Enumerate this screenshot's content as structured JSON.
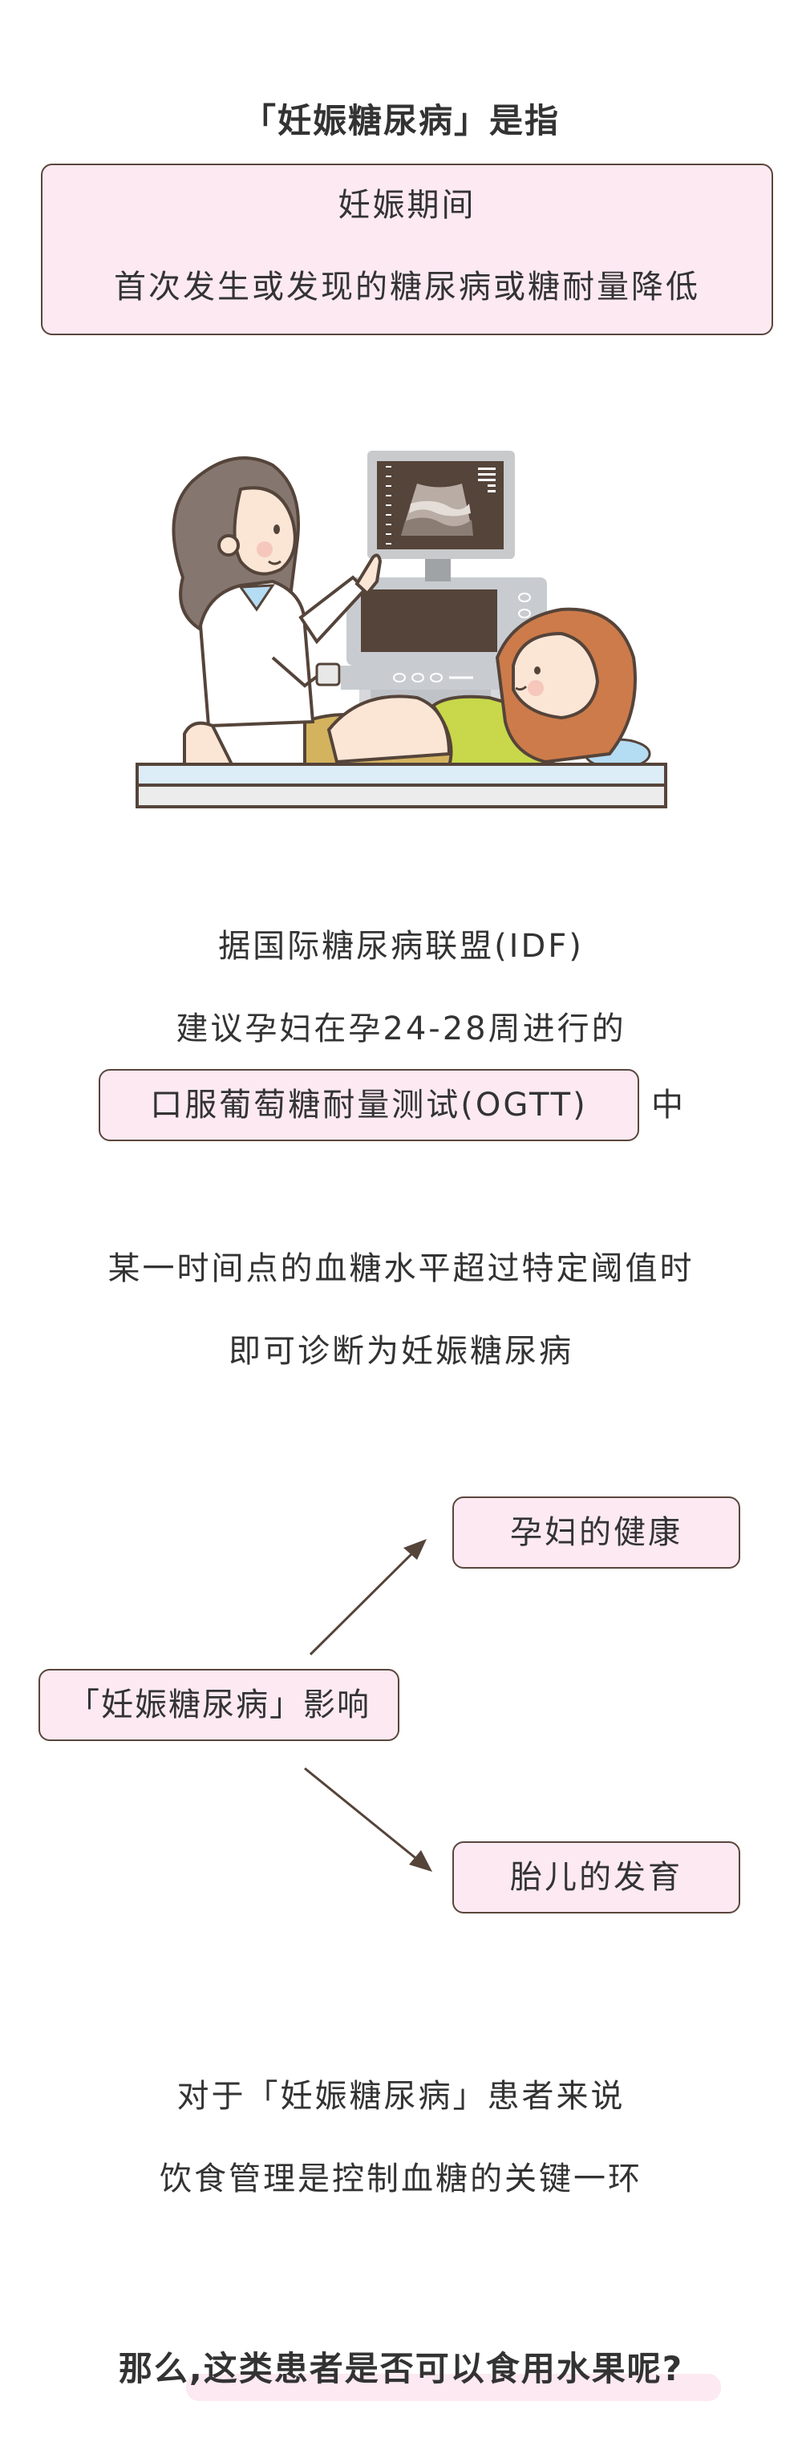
{
  "definition": {
    "title": "「妊娠糖尿病」是指",
    "box_lines": [
      "妊娠期间",
      "首次发生或发现的糖尿病或糖耐量降低"
    ]
  },
  "illustration": {
    "description": "doctor-performing-ultrasound-on-pregnant-patient",
    "elements": [
      "doctor",
      "ultrasound-monitor",
      "ultrasound-console",
      "pregnant-patient",
      "examination-bed"
    ]
  },
  "idf": {
    "line1": "据国际糖尿病联盟(IDF)",
    "line2": "建议孕妇在孕24-28周进行的",
    "ogtt_box": "口服葡萄糖耐量测试(OGTT)",
    "ogtt_suffix": "中"
  },
  "diagnosis": {
    "line1": "某一时间点的血糖水平超过特定阈值时",
    "line2": "即可诊断为妊娠糖尿病"
  },
  "impact_diagram": {
    "source": "「妊娠糖尿病」影响",
    "targets": [
      "孕妇的健康",
      "胎儿的发育"
    ],
    "arrow_icon": "arrow-icon"
  },
  "diet": {
    "line1": "对于「妊娠糖尿病」患者来说",
    "line2": "饮食管理是控制血糖的关键一环"
  },
  "question": {
    "prefix": "那么,",
    "highlighted": "这类患者是否可以食用水果呢?"
  },
  "colors": {
    "text": "#333333",
    "box_fill": "#fce9f2",
    "box_border": "#5a463c",
    "arrow": "#55443a"
  }
}
